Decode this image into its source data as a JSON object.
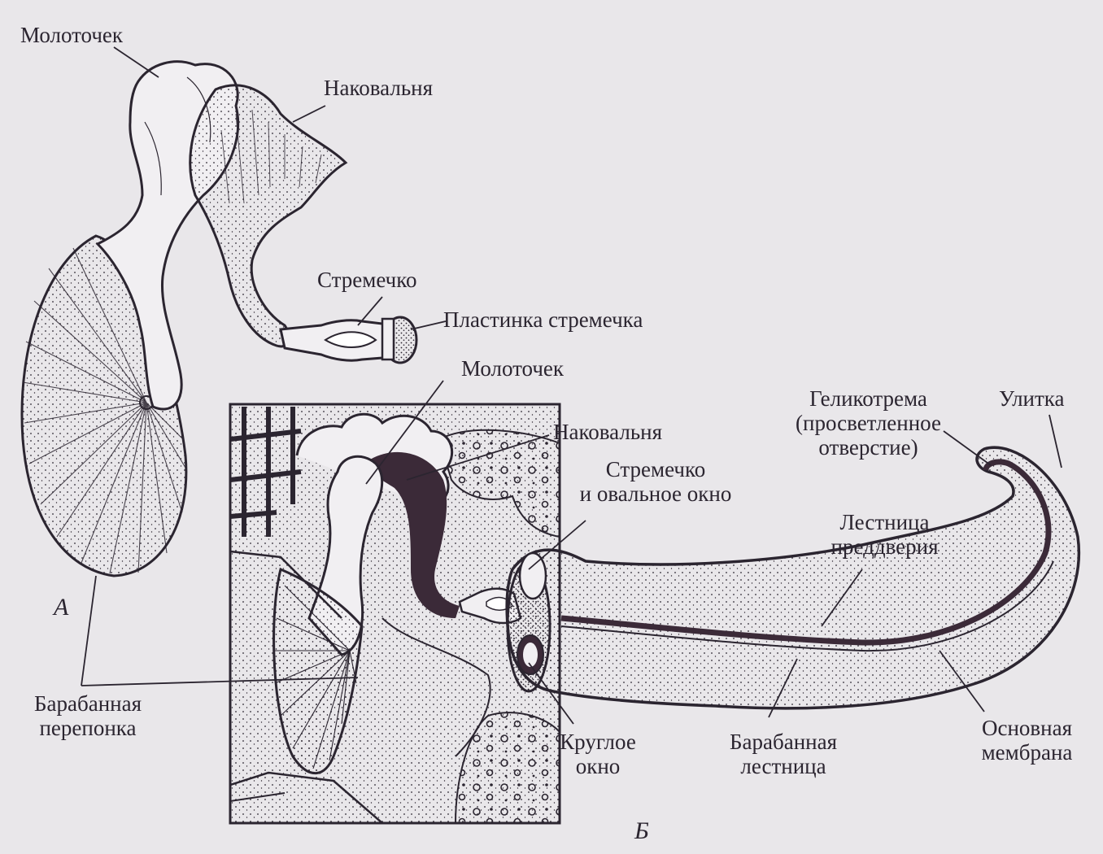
{
  "labels": {
    "malleus_a": "Молоточек",
    "incus_a": "Наковальня",
    "stapes_a": "Стремечко",
    "stapes_plate": "Пластинка стремечка",
    "malleus_b": "Молоточек",
    "incus_b": "Наковальня",
    "stapes_oval_1": "Стремечко",
    "stapes_oval_2": "и овальное окно",
    "helicotrema_1": "Геликотрема",
    "helicotrema_2": "(просветленное",
    "helicotrema_3": "отверстие)",
    "cochlea": "Улитка",
    "scala_vestibuli_1": "Лестница",
    "scala_vestibuli_2": "преддверия",
    "tympanic_membrane_1": "Барабанная",
    "tympanic_membrane_2": "перепонка",
    "round_window_1": "Круглое",
    "round_window_2": "окно",
    "scala_tympani_1": "Барабанная",
    "scala_tympani_2": "лестница",
    "basilar_membrane_1": "Основная",
    "basilar_membrane_2": "мембрана",
    "panel_a": "А",
    "panel_b": "Б"
  },
  "colors": {
    "ink": "#2b2530",
    "paper": "#e9e7ea",
    "dark_fill": "#3b2a38"
  }
}
